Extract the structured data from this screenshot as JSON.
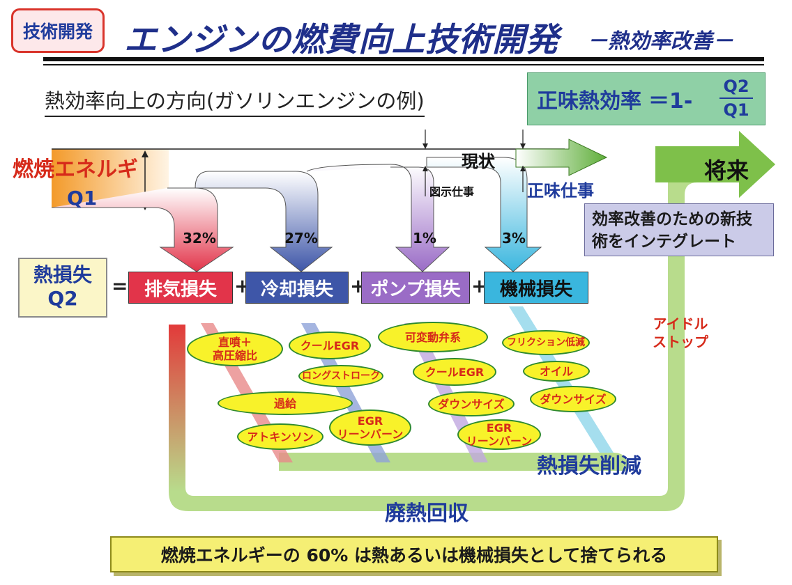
{
  "header": {
    "badge": "技術開発",
    "title": "エンジンの燃費向上技術開発",
    "subtitle": "－熱効率改善－"
  },
  "section_heading": "熱効率向上の方向(ガソリンエンジンの例)",
  "formula": {
    "label": "正味熱効率",
    "expr": "＝1-",
    "numerator": "Q2",
    "denominator": "Q1"
  },
  "energy": {
    "label": "燃焼エネルギ",
    "symbol": "Q1"
  },
  "labels": {
    "current": "現状",
    "future": "将来",
    "indicated_work": "図示仕事",
    "net_work": "正味仕事",
    "idle_stop": "アイドル\nストップ",
    "heat_loss_reduction": "熱損失削減",
    "waste_heat_recovery": "廃熱回収"
  },
  "heat_loss": {
    "label": "熱損失",
    "symbol": "Q2",
    "equals": "=",
    "plus": "+"
  },
  "losses": [
    {
      "label": "排気損失",
      "percent": "32%"
    },
    {
      "label": "冷却損失",
      "percent": "27%"
    },
    {
      "label": "ポンプ損失",
      "percent": "1%"
    },
    {
      "label": "機械損失",
      "percent": "3%"
    }
  ],
  "integrate_box": "効率改善のための新技術をインテグレート",
  "technologies": [
    "直噴＋\n高圧縮比",
    "クールEGR",
    "ロングストローク",
    "過給",
    "アトキンソン",
    "EGR\nリーンバーン",
    "可変動弁系",
    "クールEGR",
    "ダウンサイズ",
    "EGR\nリーンバーン",
    "フリクション低減",
    "オイル",
    "ダウンサイズ"
  ],
  "summary": "燃焼エネルギーの 60% は熱あるいは機械損失として捨てられる",
  "colors": {
    "exhaust": "#e2344a",
    "cooling": "#3e56a8",
    "pump": "#9a6cc6",
    "mechanical": "#3ab6de",
    "green": "#8cc63f",
    "title_blue": "#1f2f8a",
    "red_text": "#d62a1a"
  }
}
